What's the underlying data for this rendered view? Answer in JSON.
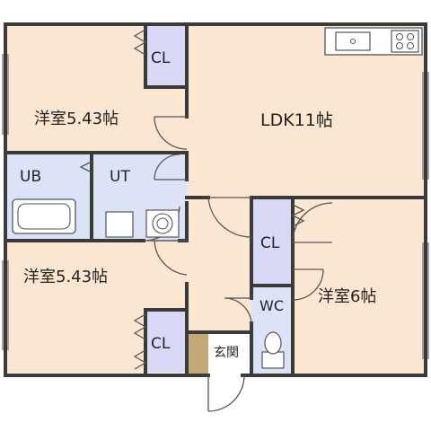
{
  "colors": {
    "room": "#fbe6d1",
    "closet": "#d7d7f6",
    "bath": "#dde3f7",
    "wall": "#3a3a3a",
    "door": "#555555",
    "entry_floor": "#c3a878"
  },
  "rooms": {
    "western_1": "洋室5.43帖",
    "ldk": "LDK11帖",
    "ub": "UB",
    "ut": "UT",
    "western_2": "洋室5.43帖",
    "western_3": "洋室6帖",
    "cl_top": "CL",
    "cl_mid": "CL",
    "cl_bottom": "CL",
    "wc": "WC",
    "entrance": "玄関"
  }
}
